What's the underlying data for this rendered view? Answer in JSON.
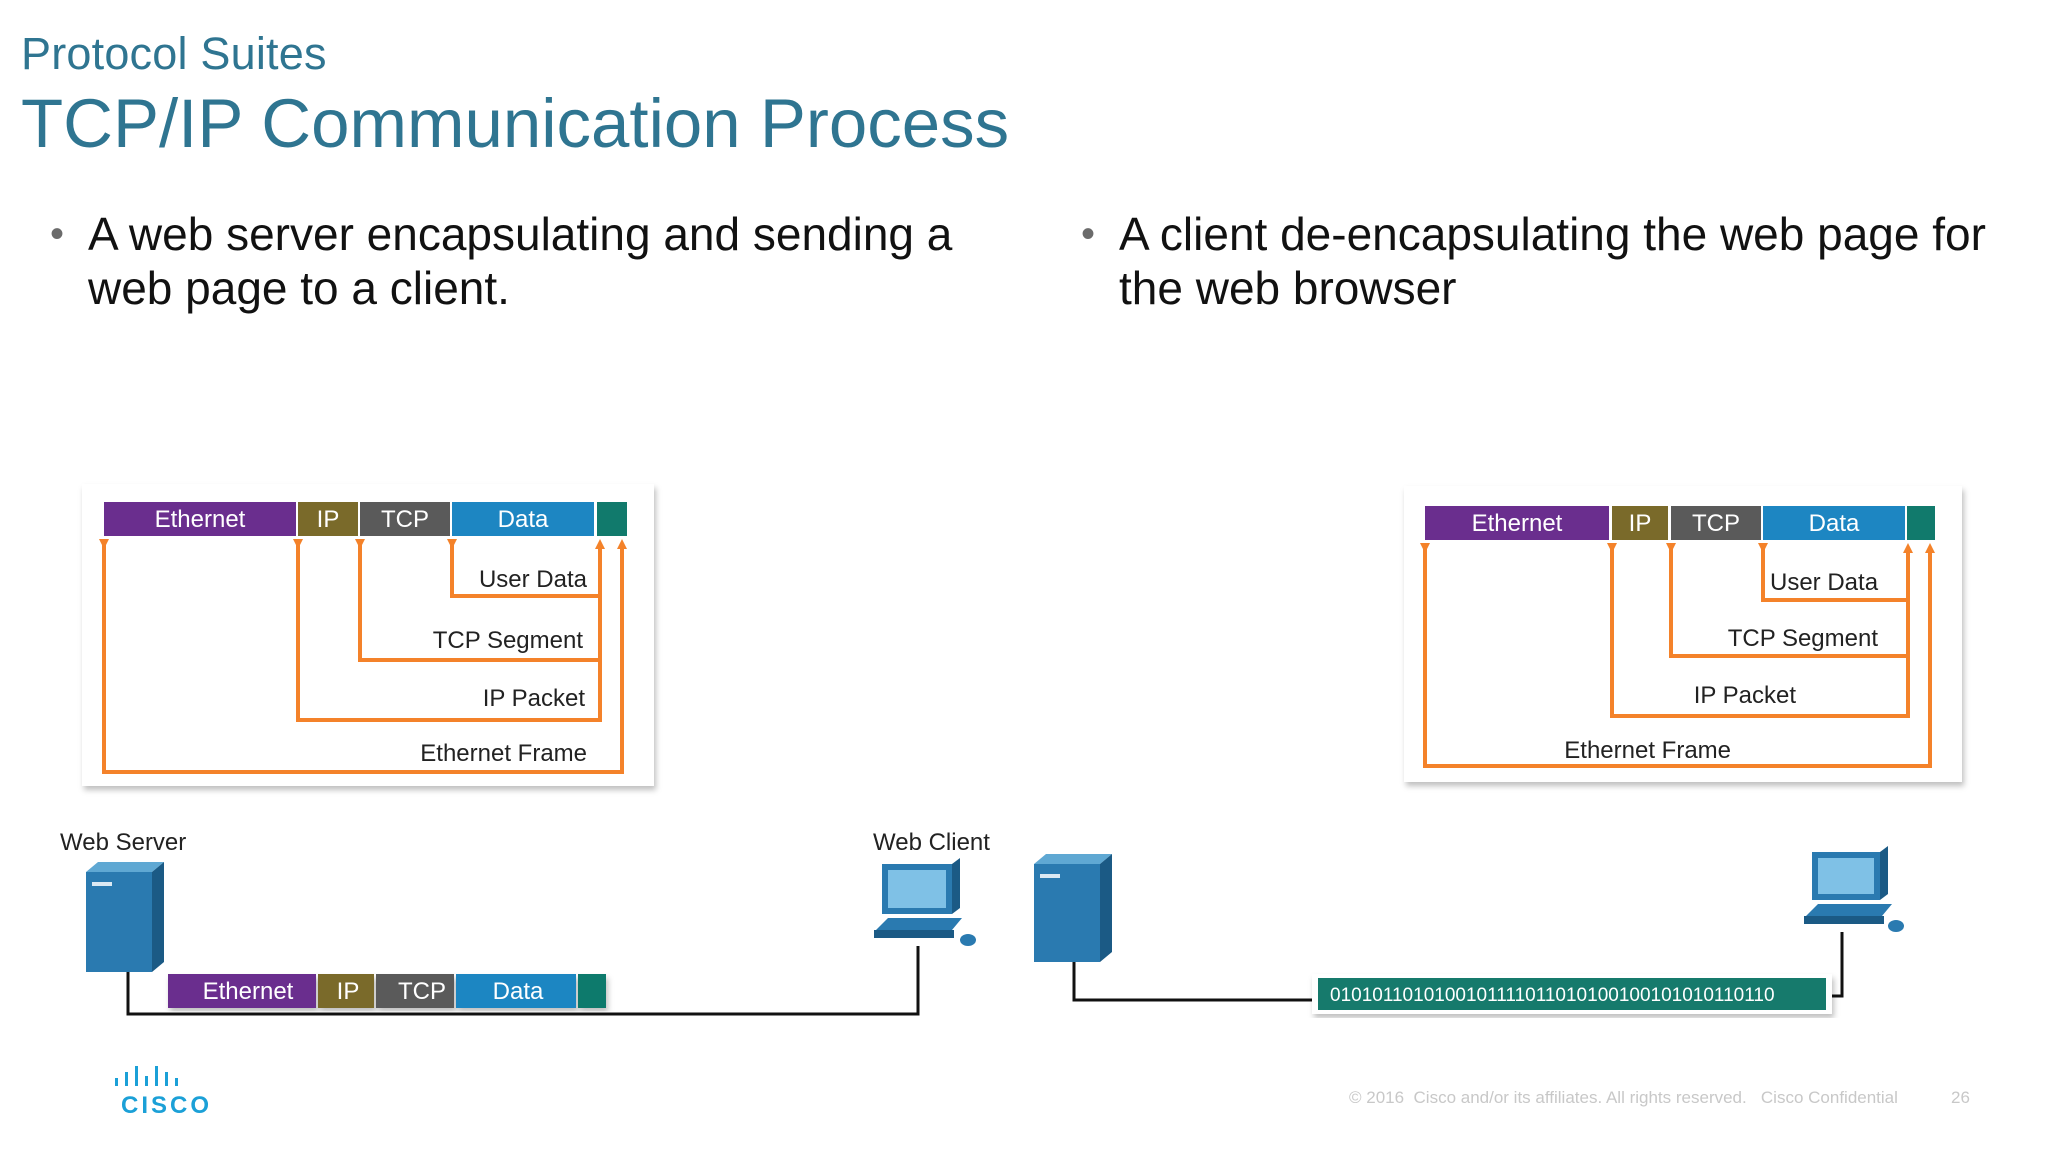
{
  "slide": {
    "subtitle": "Protocol Suites",
    "title": "TCP/IP Communication Process",
    "bullet_left": "A web server encapsulating and sending a web page to a client.",
    "bullet_right": "A client de-encapsulating the web page for the web browser",
    "bullet_symbol": "•"
  },
  "frame": {
    "ethernet": "Ethernet",
    "ip": "IP",
    "tcp": "TCP",
    "data": "Data"
  },
  "encapsulation_labels": {
    "user_data": "User Data",
    "tcp_segment": "TCP Segment",
    "ip_packet": "IP Packet",
    "ethernet_frame": "Ethernet Frame"
  },
  "devices": {
    "web_server": "Web Server",
    "web_client": "Web Client"
  },
  "binary_stream": "0101011010100101111011010100100101010110110",
  "footer": {
    "copyright": "© 2016  Cisco and/or its affiliates. All rights reserved.   Cisco Confidential",
    "page_number": "26",
    "logo": "CISCO"
  },
  "colors": {
    "title": "#2f7591",
    "ethernet": "#6a2e8e",
    "ip": "#7a6a2a",
    "tcp": "#5a5a5a",
    "data": "#1d86c2",
    "trailer": "#117a6c",
    "arrow": "#f4822a",
    "device": "#2a7ab0",
    "binary_bg": "#137a6c"
  },
  "icons": [
    "server-icon",
    "workstation-icon",
    "cisco-logo-icon"
  ]
}
